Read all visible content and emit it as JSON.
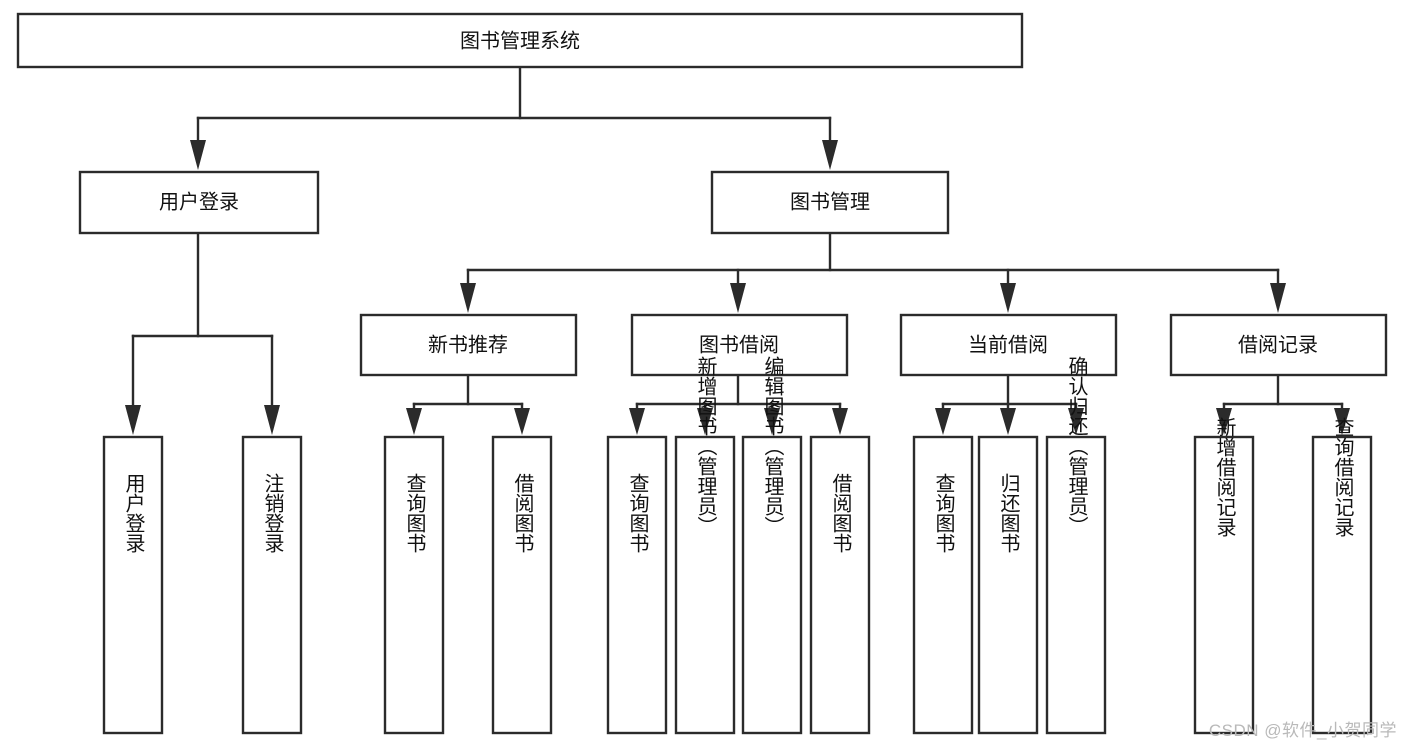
{
  "diagram": {
    "type": "tree-hierarchy",
    "title": "图书管理系统",
    "watermark": "CSDN @软件_小贺同学",
    "levels": 3,
    "colors": {
      "box_fill": "#ffffff",
      "box_stroke": "#2b2b2b",
      "text": "#111111",
      "background": "#ffffff",
      "watermark": "#b9b9b9"
    },
    "root": {
      "id": "root",
      "label": "图书管理系统",
      "orientation": "horizontal"
    },
    "level2": [
      {
        "id": "user-login",
        "label": "用户登录",
        "orientation": "horizontal"
      },
      {
        "id": "book-manage",
        "label": "图书管理",
        "orientation": "horizontal"
      }
    ],
    "level3": [
      {
        "id": "new-book-recommend",
        "label": "新书推荐",
        "parent": "book-manage",
        "orientation": "horizontal"
      },
      {
        "id": "book-borrow",
        "label": "图书借阅",
        "parent": "book-manage",
        "orientation": "horizontal"
      },
      {
        "id": "current-borrow",
        "label": "当前借阅",
        "parent": "book-manage",
        "orientation": "horizontal"
      },
      {
        "id": "borrow-record",
        "label": "借阅记录",
        "parent": "book-manage",
        "orientation": "horizontal"
      }
    ],
    "leaves": [
      {
        "id": "leaf-user-login",
        "label": "用户登录",
        "parent": "user-login",
        "orientation": "vertical"
      },
      {
        "id": "leaf-logout-login",
        "label": "注销登录",
        "parent": "user-login",
        "orientation": "vertical"
      },
      {
        "id": "leaf-query-book-1",
        "label": "查询图书",
        "parent": "new-book-recommend",
        "orientation": "vertical"
      },
      {
        "id": "leaf-borrow-book-1",
        "label": "借阅图书",
        "parent": "new-book-recommend",
        "orientation": "vertical"
      },
      {
        "id": "leaf-query-book-2",
        "label": "查询图书",
        "parent": "book-borrow",
        "orientation": "vertical"
      },
      {
        "id": "leaf-add-book-admin",
        "label": "新增图书（管理员）",
        "parent": "book-borrow",
        "orientation": "vertical"
      },
      {
        "id": "leaf-edit-book-admin",
        "label": "编辑图书（管理员）",
        "parent": "book-borrow",
        "orientation": "vertical"
      },
      {
        "id": "leaf-borrow-book-2",
        "label": "借阅图书",
        "parent": "book-borrow",
        "orientation": "vertical"
      },
      {
        "id": "leaf-query-book-3",
        "label": "查询图书",
        "parent": "current-borrow",
        "orientation": "vertical"
      },
      {
        "id": "leaf-return-book",
        "label": "归还图书",
        "parent": "current-borrow",
        "orientation": "vertical"
      },
      {
        "id": "leaf-confirm-return-admin",
        "label": "确认归还（管理员）",
        "parent": "current-borrow",
        "orientation": "vertical"
      },
      {
        "id": "leaf-add-borrow-record",
        "label": "新增借阅记录",
        "parent": "borrow-record",
        "orientation": "vertical"
      },
      {
        "id": "leaf-query-borrow-record",
        "label": "查询借阅记录",
        "parent": "borrow-record",
        "orientation": "vertical"
      }
    ]
  }
}
